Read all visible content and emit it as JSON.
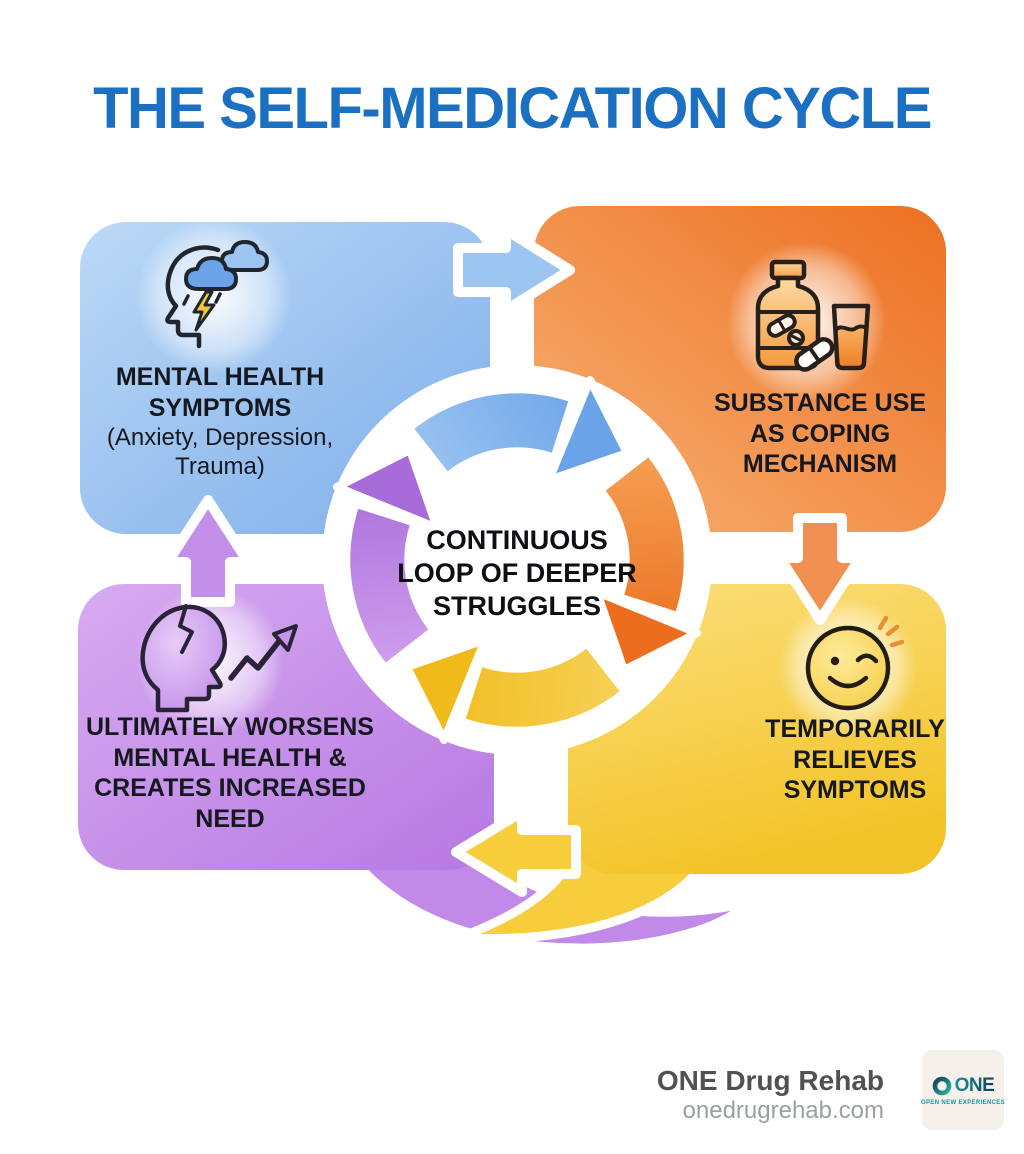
{
  "title": "THE SELF-MEDICATION CYCLE",
  "center_label": {
    "lines": [
      "CONTINUOUS",
      "LOOP OF DEEPER",
      "STRUGGLES"
    ]
  },
  "stages": {
    "mental_health": {
      "lines": [
        "MENTAL HEALTH",
        "SYMPTOMS",
        "(Anxiety, Depression,",
        "Trauma)"
      ],
      "icon": "head-storm-clouds-icon",
      "color": "#7fb0ea"
    },
    "substance_use": {
      "lines": [
        "SUBSTANCE USE",
        "AS COPING",
        "MECHANISM"
      ],
      "icon": "pill-bottle-drink-icon",
      "color": "#ee7a2e"
    },
    "temporary_relief": {
      "lines": [
        "TEMPORARILY",
        "RELIEVES",
        "SYMPTOMS"
      ],
      "icon": "winking-smiley-icon",
      "color": "#f5c72f"
    },
    "worsening": {
      "lines": [
        "ULTIMATELY WORSENS",
        "MENTAL HEALTH &",
        "CREATES INCREASED",
        "NEED"
      ],
      "icon": "broken-head-rising-arrow-icon",
      "color": "#bd84e6"
    }
  },
  "footer": {
    "brand": "ONE Drug Rehab",
    "website": "onedrugrehab.com",
    "logo_text": "ONE",
    "logo_tagline": "OPEN NEW EXPERIENCES"
  },
  "colors": {
    "title_accent": "#1b70c2",
    "body_text": "#15191f"
  }
}
